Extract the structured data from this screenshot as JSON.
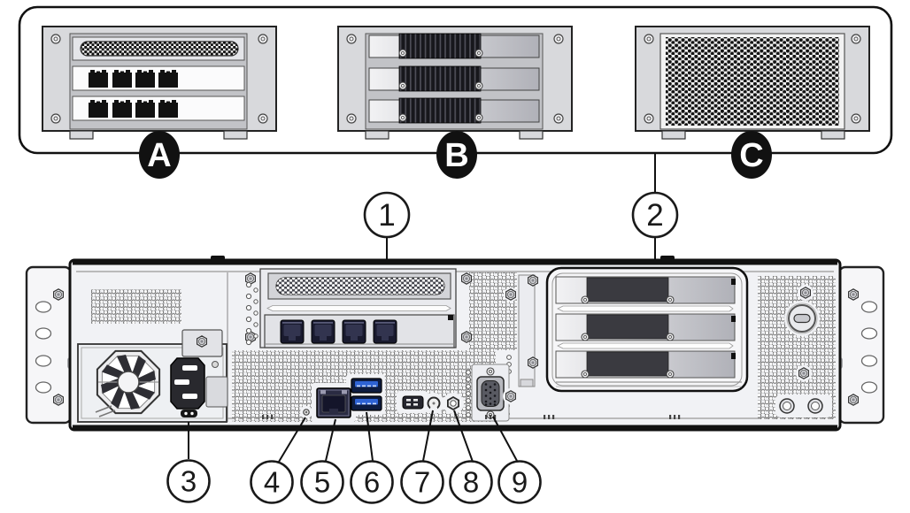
{
  "figure": {
    "type": "server-rear-panel-diagram",
    "detail_labels": {
      "a": "A",
      "b": "B",
      "c": "C"
    },
    "callouts": {
      "c1": "1",
      "c2": "2",
      "c3": "3",
      "c4": "4",
      "c5": "5",
      "c6": "6",
      "c7": "7",
      "c8": "8",
      "c9": "9"
    },
    "components": {
      "a_panel": "quad-port-ethernet-cards-bracket",
      "b_panel": "heatsink-cards-bracket",
      "c_panel": "perforated-filler-bracket",
      "1": "quad-port-ethernet-card",
      "2": "pcie-slot-cage",
      "3": "power-cord-retainer-clip",
      "4": "status-led",
      "5": "network-management-port",
      "6": "usb-ports",
      "7": "round-button",
      "8": "hex-button",
      "9": "vga-port"
    }
  },
  "colors": {
    "outline": "#1a1a1a",
    "chassis_fill": "#f1f2f5",
    "frame_gray": "#d8d9dc",
    "heatsink_dark": "#17171c",
    "usb_blue": "#2e63d4",
    "port_navy": "#191a2e",
    "callout_bg": "#ffffff",
    "label_bg": "#111111"
  }
}
